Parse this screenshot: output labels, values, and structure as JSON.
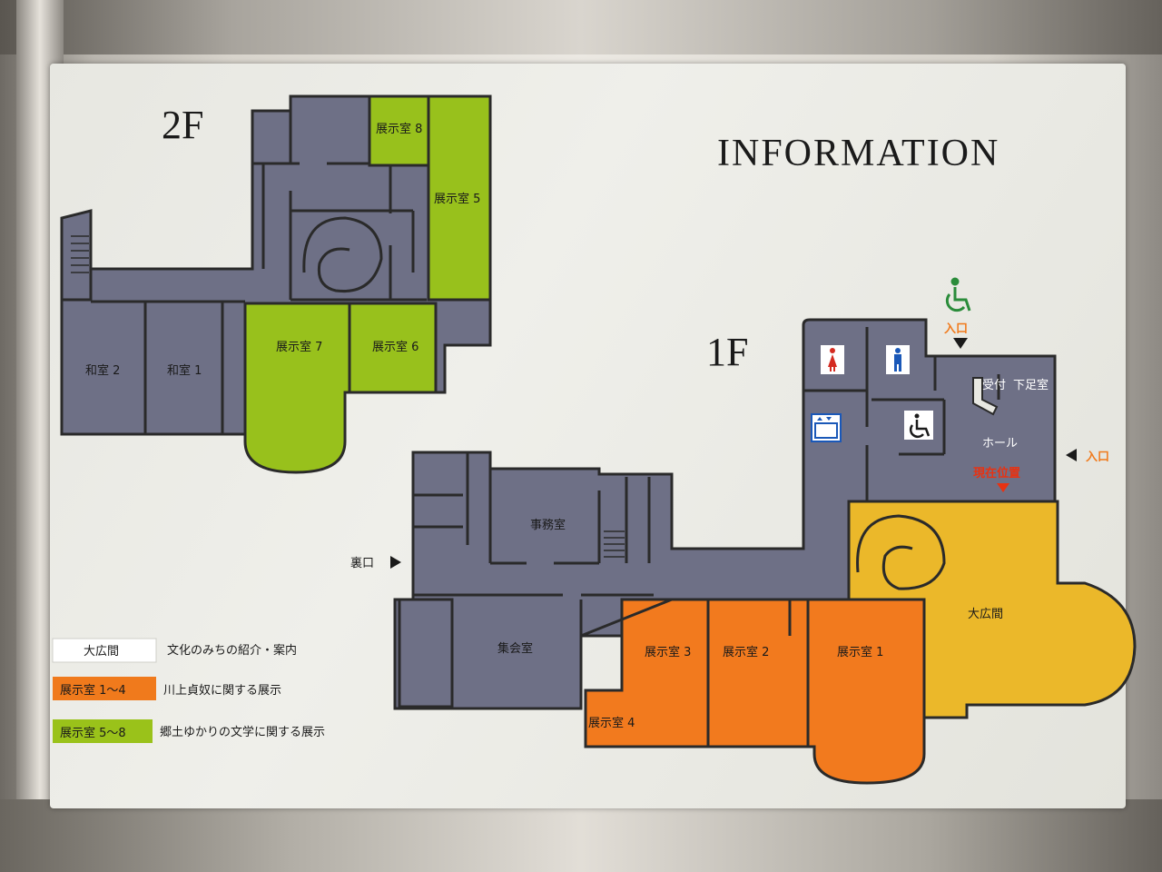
{
  "title": "INFORMATION",
  "floors": {
    "second": {
      "label": "2F",
      "rooms": [
        {
          "id": "exhibit8",
          "label": "展示室 8"
        },
        {
          "id": "exhibit5",
          "label": "展示室 5"
        },
        {
          "id": "exhibit7",
          "label": "展示室 7"
        },
        {
          "id": "exhibit6",
          "label": "展示室 6"
        },
        {
          "id": "washitsu2",
          "label": "和室 2"
        },
        {
          "id": "washitsu1",
          "label": "和室 1"
        }
      ]
    },
    "first": {
      "label": "1F",
      "rooms": [
        {
          "id": "office",
          "label": "事務室"
        },
        {
          "id": "meeting",
          "label": "集会室"
        },
        {
          "id": "exhibit3",
          "label": "展示室 3"
        },
        {
          "id": "exhibit2",
          "label": "展示室 2"
        },
        {
          "id": "exhibit1",
          "label": "展示室 1"
        },
        {
          "id": "exhibit4",
          "label": "展示室 4"
        },
        {
          "id": "great-hall",
          "label": "大広間"
        },
        {
          "id": "hall",
          "label": "ホール"
        },
        {
          "id": "reception",
          "label": "受付"
        },
        {
          "id": "shoe-room",
          "label": "下足室"
        }
      ],
      "current_location": "現在位置",
      "entrance_top": "入口",
      "entrance_right": "入口",
      "back_entrance": "裏口"
    }
  },
  "legend": [
    {
      "key": "大広間",
      "desc": "文化のみちの紹介・案内",
      "color": "#ffffff"
    },
    {
      "key": "展示室 1～4",
      "desc": "川上貞奴に関する展示",
      "color": "#f07a1c"
    },
    {
      "key": "展示室 5～8",
      "desc": "郷土ゆかりの文学に関する展示",
      "color": "#9ac21a"
    }
  ],
  "colors": {
    "gray": "#6e7086",
    "green": "#98c11c",
    "orange": "#f27a1e",
    "yellow": "#ebb82a",
    "wall": "#2a2a2a"
  },
  "icons": [
    "wheelchair-icon",
    "female-restroom-icon",
    "male-restroom-icon",
    "elevator-icon",
    "accessible-restroom-icon"
  ]
}
